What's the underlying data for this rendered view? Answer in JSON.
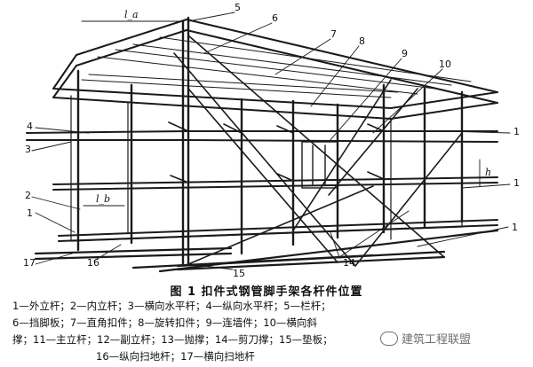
{
  "figure": {
    "caption": "图 1   扣件式钢管脚手架各杆件位置",
    "legend_lines": [
      "1—外立杆；2—内立杆；3—横向水平杆；4—纵向水平杆；5—栏杆；",
      "6—挡脚板；7—直角扣件；8—旋转扣件；9—连墙件；10—横向斜",
      "撑；11—主立杆；12—副立杆；13—抛撑；14—剪刀撑；15—垫板；",
      "16—纵向扫地杆；17—横向扫地杆"
    ],
    "callouts": [
      "5",
      "6",
      "7",
      "8",
      "9",
      "10",
      "4",
      "3",
      "2",
      "1",
      "1",
      "1",
      "1",
      "17",
      "16",
      "15",
      "14"
    ],
    "dimension_labels": [
      "l_a",
      "h",
      "l_b"
    ]
  },
  "watermark": {
    "text": "建筑工程联盟",
    "icon": "wechat-icon"
  }
}
